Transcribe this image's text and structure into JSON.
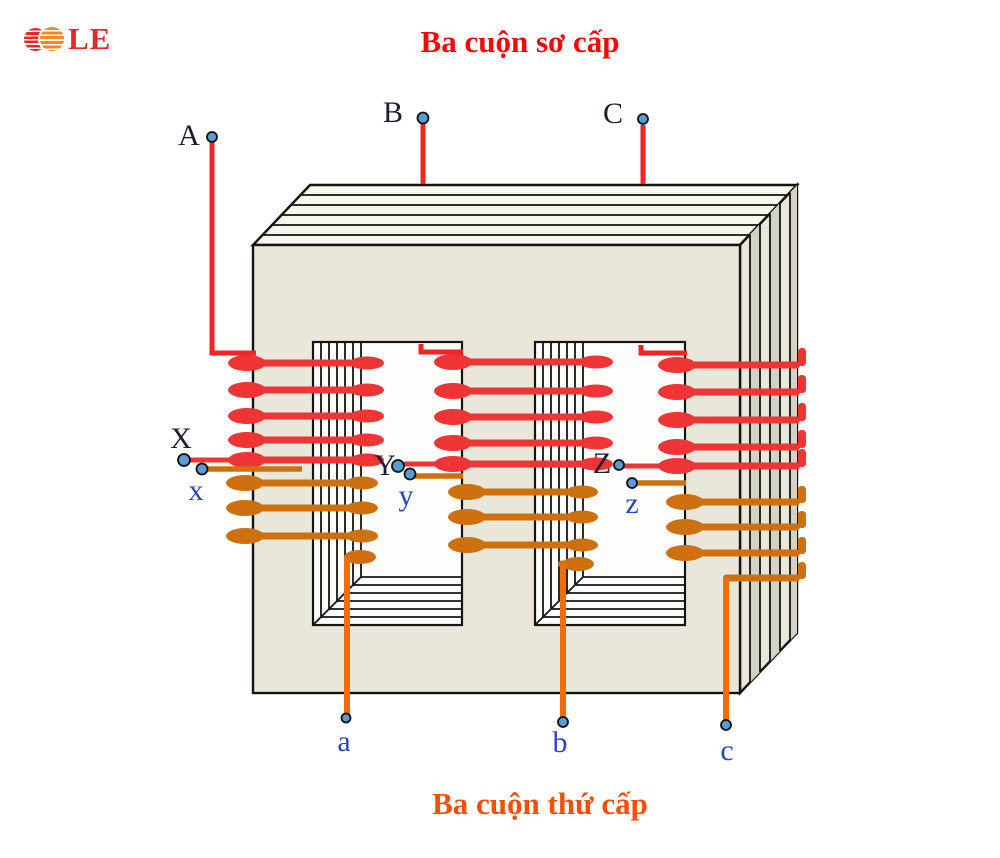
{
  "logo": {
    "text": "LE"
  },
  "titles": {
    "top": "Ba cuộn sơ cấp",
    "bottom": "Ba cuộn thứ cấp"
  },
  "terminals": {
    "A": "A",
    "B": "B",
    "C": "C",
    "X": "X",
    "Y": "Y",
    "Z": "Z",
    "x": "x",
    "y": "y",
    "z": "z",
    "a": "a",
    "b": "b",
    "c": "c"
  },
  "coils": {
    "primary": {
      "name": "Ba cuộn sơ cấp",
      "color": "#ee3434",
      "turns_per_leg": 5,
      "start_terminals": [
        "A",
        "B",
        "C"
      ],
      "end_terminals": [
        "X",
        "Y",
        "Z"
      ]
    },
    "secondary": {
      "name": "Ba cuộn thứ cấp",
      "color": "#cf7010",
      "turns_per_leg": 4,
      "start_terminals": [
        "x",
        "y",
        "z"
      ],
      "end_terminals": [
        "a",
        "b",
        "c"
      ]
    }
  },
  "colors": {
    "coil-primary": "#ee3434",
    "coil-primary-bright": "#f22525",
    "coil-secondary": "#cf7010",
    "coil-secondary-bright": "#f26c08",
    "terminal-dot": "#5b9bd5",
    "core-face": "#e9e7da",
    "core-top": "#f7f7ef",
    "core-side": "#e7e7db",
    "core-side-dark": "#d3d3c5",
    "outline": "#141410",
    "title-top": "#fb0606",
    "title-bottom": "#f84e04",
    "label-dark": "#1d1d33",
    "label-blue": "#2746b8",
    "logo-red": "#e9262b",
    "logo-orange": "#f5871f"
  }
}
